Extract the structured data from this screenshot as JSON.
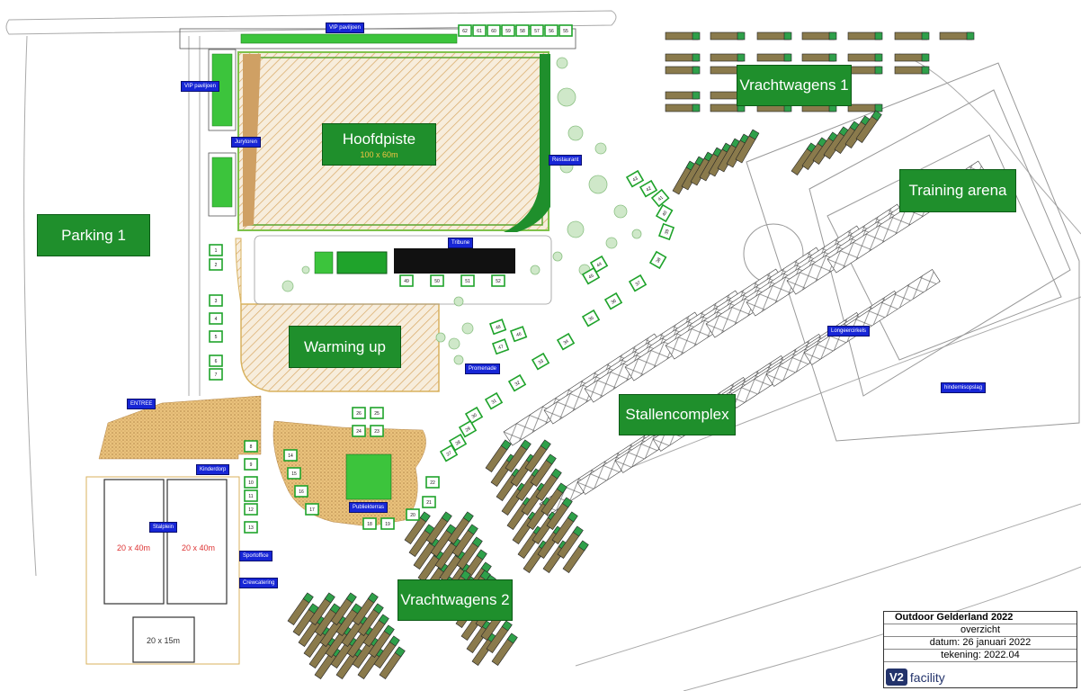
{
  "zones": {
    "hoofdpiste": {
      "label": "Hoofdpiste",
      "sub": "100 x 60m"
    },
    "parking1": {
      "label": "Parking 1"
    },
    "warmingup": {
      "label": "Warming up"
    },
    "stallen": {
      "label": "Stallencomplex"
    },
    "vracht1": {
      "label": "Vrachtwagens 1"
    },
    "vracht2": {
      "label": "Vrachtwagens 2"
    },
    "training": {
      "label": "Training arena"
    }
  },
  "tags": {
    "vip_top": "VIP paviljoen",
    "vip_left": "VIP paviljoen",
    "jurytoren": "Jurytoren",
    "restaurant": "Restaurant",
    "tribune": "Tribune",
    "entree": "ENTREE",
    "kinderdorp": "Kinderdorp",
    "promenade": "Promenade",
    "publiekterras": "Publiekterras",
    "stalplein": "Stalplein",
    "sportoffice": "Sportoffice",
    "crewcatering": "Crewcatering",
    "longeercirkels": "Longeercirkels",
    "hindernisopslag": "hindernisopslag"
  },
  "dims": {
    "a": "20 x 40m",
    "b": "20 x 40m",
    "c": "20 x 15m"
  },
  "titleblock": {
    "title": "Outdoor Gelderland  2022",
    "subtitle": "overzicht",
    "date": "datum: 26 januari 2022",
    "drawing": "tekening: 2022.04",
    "logo_v2": "V2",
    "logo_facility": "facility"
  },
  "stands": {
    "top_row": [
      "62",
      "61",
      "60",
      "59",
      "58",
      "57",
      "56",
      "55"
    ],
    "tribune_row": [
      "49",
      "50",
      "51",
      "52"
    ],
    "mid": [
      "44",
      "45",
      "46",
      "47",
      "48"
    ],
    "arc_right": [
      "43",
      "42",
      "41",
      "40",
      "39",
      "38",
      "37",
      "36",
      "35",
      "34",
      "33",
      "32",
      "31",
      "30",
      "29",
      "28",
      "27"
    ],
    "arc_bottom": [
      "26",
      "25",
      "24",
      "23",
      "22",
      "21",
      "20",
      "19",
      "18",
      "17",
      "16",
      "15",
      "14"
    ],
    "left_col": [
      "1",
      "2",
      "3",
      "4",
      "5",
      "6",
      "7",
      "8",
      "9",
      "10",
      "11",
      "12",
      "13"
    ]
  },
  "colors": {
    "zone_green": "#1f8f2c",
    "tag_blue": "#1726d6",
    "sand": "#e6c27a",
    "arena_hatch": "#d8b878",
    "truck_green": "#2fa04a",
    "stand_green": "#1fa32b"
  }
}
